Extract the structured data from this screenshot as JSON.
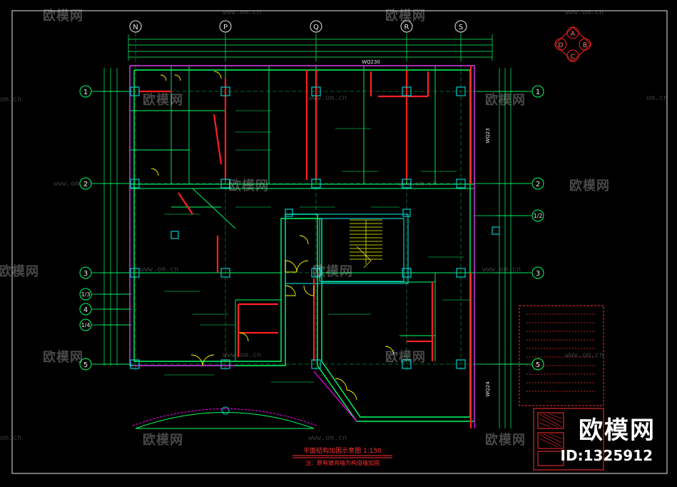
{
  "drawing": {
    "title": "平面结构加固示意图 1:150",
    "subtitle": "注：原有填充墙为构造墙加固",
    "dimension_beam_1": "WQ230",
    "dimension_beam_2": "WQ23",
    "dimension_beam_3": "WQ24",
    "compass_letters": [
      "A",
      "B",
      "C",
      "D"
    ]
  },
  "column_axes": [
    "N",
    "P",
    "Q",
    "R",
    "S"
  ],
  "row_axes_left": [
    "1",
    "2",
    "3",
    "1/3",
    "4",
    "1/4",
    "5"
  ],
  "row_axes_right": [
    "1",
    "2",
    "1/2",
    "3",
    "5"
  ],
  "watermark": {
    "brand": "欧模网",
    "site": "www.om.cn",
    "site_short": "om.cn",
    "big_brand": "欧模网",
    "id": "ID:1325912"
  },
  "colors": {
    "background": "#000000",
    "wall_green": "#00ff66",
    "beam_red": "#ff2020",
    "column_blue": "#00cccc",
    "door_yellow": "#ffff00",
    "note_red": "#ff3030",
    "magenta": "#ff00ff",
    "axis_circle": "#00ff66"
  }
}
